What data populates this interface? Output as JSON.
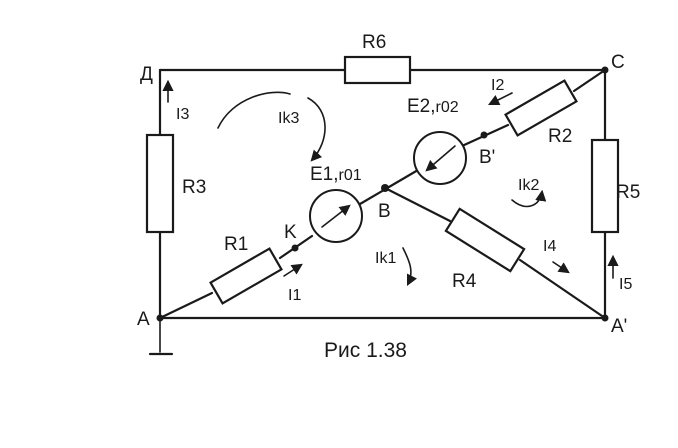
{
  "caption": "Рис 1.38",
  "nodes": {
    "A": "A",
    "D": "Д",
    "C": "C",
    "A_prime": "A'",
    "B": "B",
    "B_prime": "B'",
    "K": "K"
  },
  "resistors": {
    "R1": "R1",
    "R2": "R2",
    "R3": "R3",
    "R4": "R4",
    "R5": "R5",
    "R6": "R6"
  },
  "sources": {
    "E1": {
      "emf": "E1,",
      "internal_r": "r01"
    },
    "E2": {
      "emf": "E2,",
      "internal_r": "r02"
    }
  },
  "currents": {
    "I1": "I1",
    "I2": "I2",
    "I3": "I3",
    "I4": "I4",
    "I5": "I5"
  },
  "loop_currents": {
    "Ik1": "Ik1",
    "Ik2": "Ik2",
    "Ik3": "Ik3"
  }
}
